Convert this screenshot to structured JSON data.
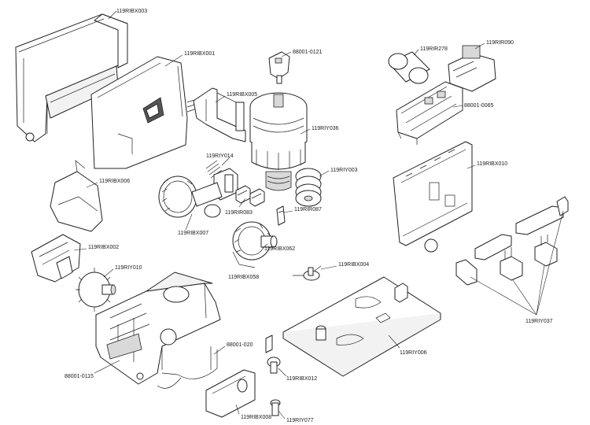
{
  "labels": {
    "p119RIBX003": "119RIBX003",
    "p119RIBX001": "119RIBX001",
    "p88001_0121": "88001-0121",
    "p119RIBX005": "119RIBX005",
    "p119RIY036": "119RIY036",
    "p119RIY014": "119RIY014",
    "p119RIY003": "119RIY003",
    "p119RIBX006": "119RIBX006",
    "p119RIR083": "119RIR083",
    "p119RIR087": "119RIR087",
    "p119RIBX007": "119RIBX007",
    "p119RIBX062": "119RIBX062",
    "p119RIBX002": "119RIBX002",
    "p119RIY010": "119RIY010",
    "p119RIBX058": "119RIBX058",
    "p119RIBX004": "119RIBX004",
    "p119RIR278": "119RIR278",
    "p119RIR090": "119RIR090",
    "p88001_0065": "88001-0065",
    "p119RIBX010": "119RIBX010",
    "p119RIY037": "119RIY037",
    "p119RIY006": "119RIY006",
    "p88001_020": "88001-020",
    "p88001_0115": "88001-0115",
    "p119RIBX012": "119RIBX012",
    "p119RIBX008": "119RIBX008",
    "p119RIY077": "119RIY077"
  }
}
